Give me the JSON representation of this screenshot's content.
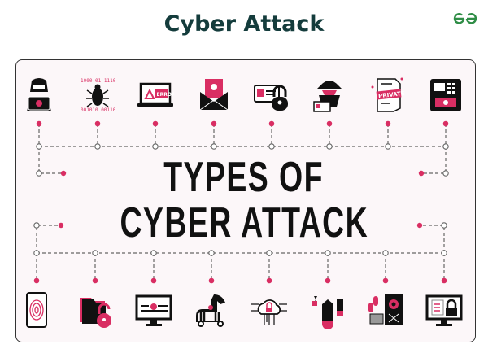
{
  "header": {
    "title": "Cyber Attack",
    "logo": "GfG"
  },
  "headline": {
    "line1": "TYPES OF",
    "line2": "CYBER ATTACK"
  },
  "colors": {
    "accent": "#d92e63",
    "ink": "#111111",
    "title": "#143c3c",
    "logo": "#2f8d46"
  },
  "top_icons": [
    "hacker-icon",
    "malware-bug-icon",
    "error-laptop-icon",
    "phishing-email-icon",
    "identity-lock-icon",
    "spy-identity-theft-icon",
    "private-document-icon",
    "ransomware-atm-icon"
  ],
  "bottom_icons": [
    "fingerprint-phone-icon",
    "unlocked-folder-icon",
    "infected-monitor-icon",
    "trojan-horse-icon",
    "cloud-lock-network-icon",
    "bombs-icon",
    "safe-money-icon",
    "locked-monitor-icon"
  ]
}
